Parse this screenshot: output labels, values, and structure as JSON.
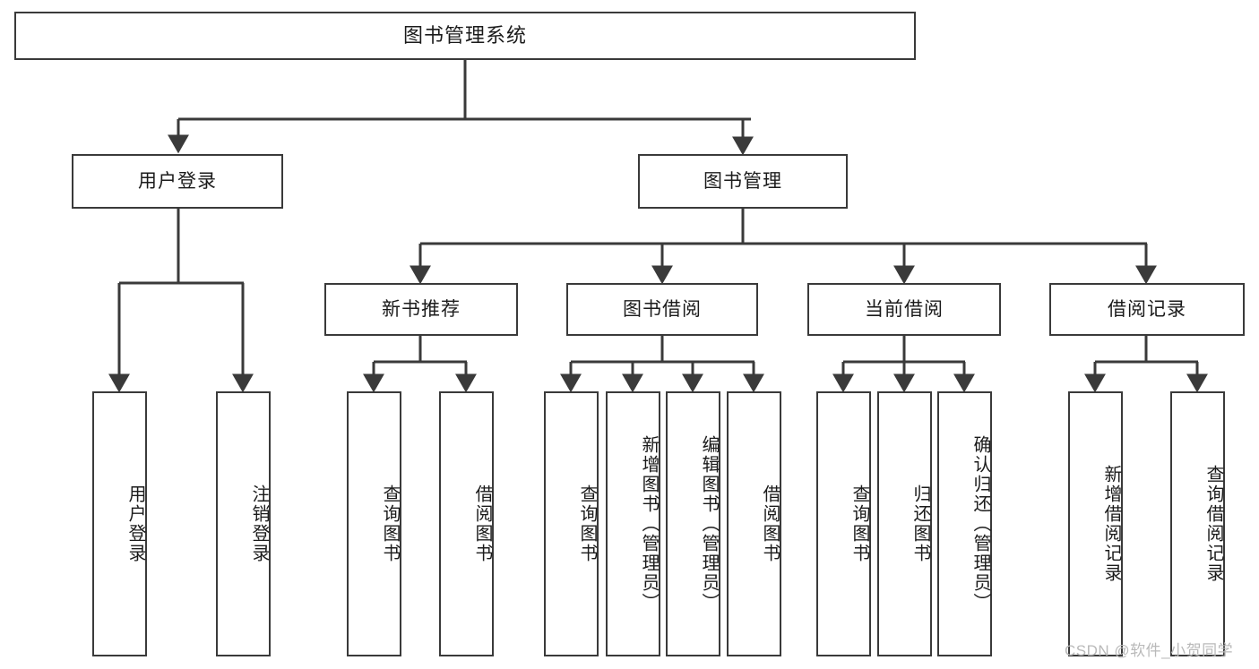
{
  "diagram": {
    "type": "tree",
    "title": "图书管理系统",
    "root": {
      "id": "root",
      "label": "图书管理系统"
    },
    "level1": [
      {
        "id": "user-login",
        "label": "用户登录"
      },
      {
        "id": "book-manage",
        "label": "图书管理"
      }
    ],
    "level2": [
      {
        "id": "new-book-rec",
        "label": "新书推荐",
        "parent": "book-manage"
      },
      {
        "id": "book-borrow",
        "label": "图书借阅",
        "parent": "book-manage"
      },
      {
        "id": "current-borrow",
        "label": "当前借阅",
        "parent": "book-manage"
      },
      {
        "id": "borrow-record",
        "label": "借阅记录",
        "parent": "book-manage"
      }
    ],
    "leaves": [
      {
        "id": "leaf-user-login",
        "label": "用户登录",
        "parent": "user-login"
      },
      {
        "id": "leaf-user-logout",
        "label": "注销登录",
        "parent": "user-login"
      },
      {
        "id": "leaf-query-book-1",
        "label": "查询图书",
        "parent": "new-book-rec"
      },
      {
        "id": "leaf-borrow-book-1",
        "label": "借阅图书",
        "parent": "new-book-rec"
      },
      {
        "id": "leaf-query-book-2",
        "label": "查询图书",
        "parent": "book-borrow"
      },
      {
        "id": "leaf-add-book",
        "label": "新增图书（管理员）",
        "parent": "book-borrow"
      },
      {
        "id": "leaf-edit-book",
        "label": "编辑图书（管理员）",
        "parent": "book-borrow"
      },
      {
        "id": "leaf-borrow-book-2",
        "label": "借阅图书",
        "parent": "book-borrow"
      },
      {
        "id": "leaf-query-book-3",
        "label": "查询图书",
        "parent": "current-borrow"
      },
      {
        "id": "leaf-return-book",
        "label": "归还图书",
        "parent": "current-borrow"
      },
      {
        "id": "leaf-confirm-return",
        "label": "确认归还（管理员）",
        "parent": "current-borrow"
      },
      {
        "id": "leaf-add-record",
        "label": "新增借阅记录",
        "parent": "borrow-record"
      },
      {
        "id": "leaf-query-record",
        "label": "查询借阅记录",
        "parent": "borrow-record"
      }
    ]
  },
  "watermark": {
    "text": "CSDN @软件_小贺同学"
  },
  "colors": {
    "border": "#3a3a3a",
    "text": "#1b1b1b",
    "background": "#ffffff",
    "watermark": "#b9b9b9"
  }
}
